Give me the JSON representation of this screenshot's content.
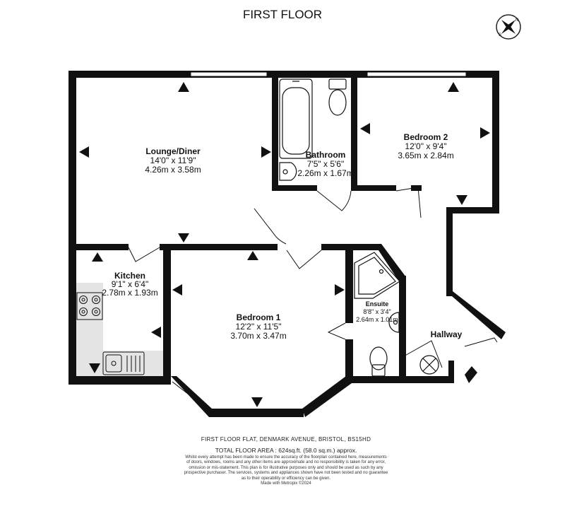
{
  "title": "FIRST FLOOR",
  "compass": {
    "icon": "compass-icon",
    "letters": [
      "N",
      "S"
    ]
  },
  "rooms": {
    "lounge": {
      "name": "Lounge/Diner",
      "imperial": "14'0\" x 11'9\"",
      "metric": "4.26m x 3.58m"
    },
    "bathroom": {
      "name": "Bathroom",
      "imperial": "7'5\" x 5'6\"",
      "metric": "2.26m x 1.67m"
    },
    "bedroom2": {
      "name": "Bedroom 2",
      "imperial": "12'0\" x 9'4\"",
      "metric": "3.65m x 2.84m"
    },
    "kitchen": {
      "name": "Kitchen",
      "imperial": "9'1\" x 6'4\"",
      "metric": "2.78m x 1.93m"
    },
    "bedroom1": {
      "name": "Bedroom 1",
      "imperial": "12'2\" x 11'5\"",
      "metric": "3.70m x 3.47m"
    },
    "ensuite": {
      "name": "Ensuite",
      "imperial": "8'8\" x 3'4\"",
      "metric": "2.64m x 1.01m"
    },
    "hallway": {
      "name": "Hallway"
    }
  },
  "footer": {
    "address": "FIRST FLOOR FLAT, DENMARK AVENUE, BRISTOL, BS15HD",
    "total_area": "TOTAL FLOOR AREA : 624sq.ft. (58.0 sq.m.) approx.",
    "disclaimer": [
      "Whilst every attempt has been made to ensure the accuracy of the floorplan contained here, measurements",
      "of doors, windows, rooms and any other items are approximate and no responsibility is taken for any error,",
      "omission or mis-statement. This plan is for illustrative purposes only and should be used as such by any",
      "prospective purchaser. The services, systems and appliances shown have not been tested and no guarantee",
      "as to their operability or efficiency can be given."
    ],
    "credit": "Made with Metropix ©2024"
  },
  "colors": {
    "wall": "#111111",
    "fixture_area": "#e4e4e4",
    "window": "#ffffff"
  }
}
